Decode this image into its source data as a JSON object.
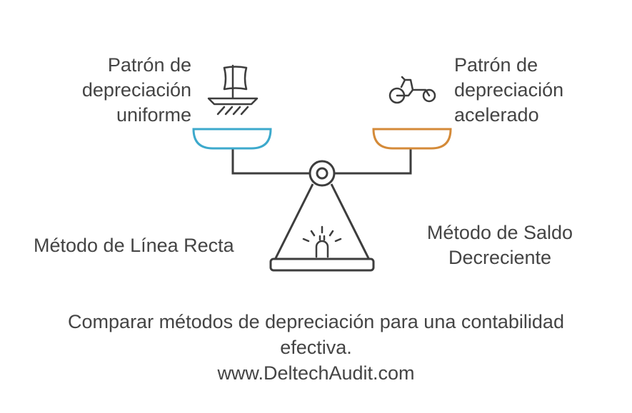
{
  "left_pan": {
    "lines": [
      "Patrón de",
      "depreciación",
      "uniforme"
    ],
    "icon": "sailing-ship-icon",
    "color": "#3ca9cc"
  },
  "right_pan": {
    "lines": [
      "Patrón de",
      "depreciación",
      "acelerado"
    ],
    "icon": "recumbent-bike-icon",
    "color": "#d48a38"
  },
  "left_method": "Método de Línea Recta",
  "right_method": {
    "lines": [
      "Método de Saldo",
      "Decreciente"
    ]
  },
  "caption": {
    "lines": [
      "Comparar métodos de depreciación para una contabilidad",
      "efectiva.",
      "www.DeltechAudit.com"
    ]
  },
  "scale_color": "#3d3d3d"
}
